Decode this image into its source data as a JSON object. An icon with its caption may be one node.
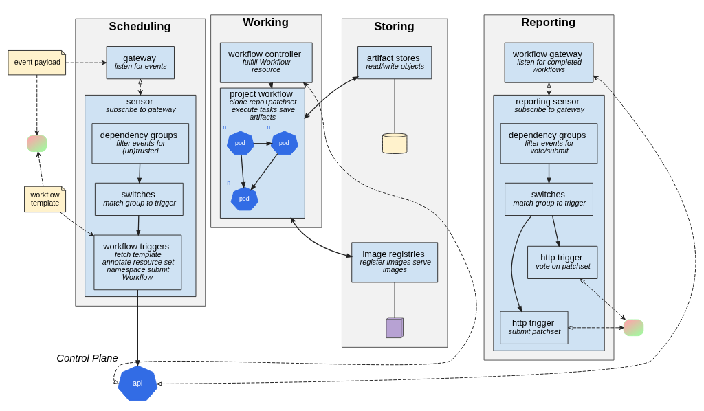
{
  "diagram": {
    "nodes": [
      {
        "text": [
          "event payload"
        ]
      },
      {
        "text": [],
        "shape": "picture"
      },
      {
        "text": [
          "workflow template"
        ]
      },
      {
        "text": [
          "Scheduling"
        ]
      },
      {
        "text": [
          "gateway",
          "listen for events"
        ],
        "in": 3
      },
      {
        "text": [
          "sensor",
          "subscribe to gateway"
        ],
        "in": 3
      },
      {
        "text": [
          "dependency groups",
          "filter events for (un)trusted"
        ],
        "in": 5
      },
      {
        "text": [
          "switches",
          "match group to trigger"
        ],
        "in": 5
      },
      {
        "text": [
          "workflow triggers",
          "fetch template annotate resource set namespace submit Workflow"
        ],
        "in": 5
      },
      {
        "text": [
          "Working"
        ]
      },
      {
        "text": [
          "workflow controller",
          "fulfill Workflow resource"
        ],
        "in": 9
      },
      {
        "text": [
          "project workflow",
          "clone repo+patchset execute tasks save artifacts"
        ],
        "in": 9
      },
      {
        "text": [
          "pod"
        ],
        "beside": [
          "n"
        ],
        "in": 11
      },
      {
        "text": [
          "pod"
        ],
        "beside": [
          "n"
        ],
        "in": 11
      },
      {
        "text": [
          "pod"
        ],
        "beside": [
          "n"
        ],
        "in": 11
      },
      {
        "text": [
          "Storing"
        ]
      },
      {
        "text": [
          "artifact stores",
          "read/write objects"
        ],
        "in": 15
      },
      {
        "text": [],
        "shape": "cylinder",
        "in": 15
      },
      {
        "text": [
          "image registries",
          "register images serve images"
        ],
        "in": 15
      },
      {
        "text": [],
        "shape": "picture",
        "in": 15
      },
      {
        "text": [
          "Reporting"
        ]
      },
      {
        "text": [
          "workflow gateway",
          "listen for completed workflows"
        ],
        "in": 20
      },
      {
        "text": [
          "reporting sensor",
          "subscribe to gateway"
        ],
        "in": 20
      },
      {
        "text": [
          "dependency groups",
          "filter events for vote/submit"
        ],
        "in": 22
      },
      {
        "text": [
          "switches",
          "match group to trigger"
        ],
        "in": 22
      },
      {
        "text": [
          "http trigger",
          "vote on patchset"
        ],
        "in": 22
      },
      {
        "text": [
          "http trigger",
          "submit patchset"
        ],
        "in": 22
      },
      {
        "text": [],
        "shape": "picture"
      },
      {
        "text": [
          "Control Plane",
          "api"
        ]
      }
    ],
    "edges": [
      {
        "from": 0,
        "to": 4,
        "arrow": "to",
        "style": "dashed"
      },
      {
        "from": 0,
        "to": 1,
        "arrow": "to",
        "style": "dashed"
      },
      {
        "from": 2,
        "to": 1,
        "arrow": "to",
        "style": "dashed"
      },
      {
        "from": 2,
        "to": 8,
        "arrow": "to",
        "style": "dashed"
      },
      {
        "from": 4,
        "to": 5,
        "arrow": "both",
        "style": "dashed"
      },
      {
        "from": 6,
        "to": 7,
        "arrow": "to"
      },
      {
        "from": 7,
        "to": 8,
        "arrow": "to"
      },
      {
        "from": 8,
        "to": 28,
        "arrow": "to"
      },
      {
        "from": 28,
        "to": 10,
        "arrow": "both",
        "style": "dashed"
      },
      {
        "from": 10,
        "to": 11,
        "arrow": "to"
      },
      {
        "from": 12,
        "to": 13,
        "arrow": "to"
      },
      {
        "from": 14,
        "to": 13,
        "arrow": "to"
      },
      {
        "from": 14,
        "to": 12,
        "arrow": "to"
      },
      {
        "from": 11,
        "to": 16,
        "arrow": "both"
      },
      {
        "from": 11,
        "to": 18,
        "arrow": "both"
      },
      {
        "from": 16,
        "to": 17,
        "arrow": "none"
      },
      {
        "from": 18,
        "to": 19,
        "arrow": "none"
      },
      {
        "from": 28,
        "to": 21,
        "arrow": "both",
        "style": "dashed"
      },
      {
        "from": 21,
        "to": 22,
        "arrow": "both",
        "style": "dashed"
      },
      {
        "from": 23,
        "to": 24,
        "arrow": "to"
      },
      {
        "from": 24,
        "to": 25,
        "arrow": "to"
      },
      {
        "from": 24,
        "to": 26,
        "arrow": "to"
      },
      {
        "from": 25,
        "to": 27,
        "arrow": "both",
        "style": "dashed"
      },
      {
        "from": 26,
        "to": 27,
        "arrow": "both",
        "style": "dashed"
      }
    ]
  }
}
